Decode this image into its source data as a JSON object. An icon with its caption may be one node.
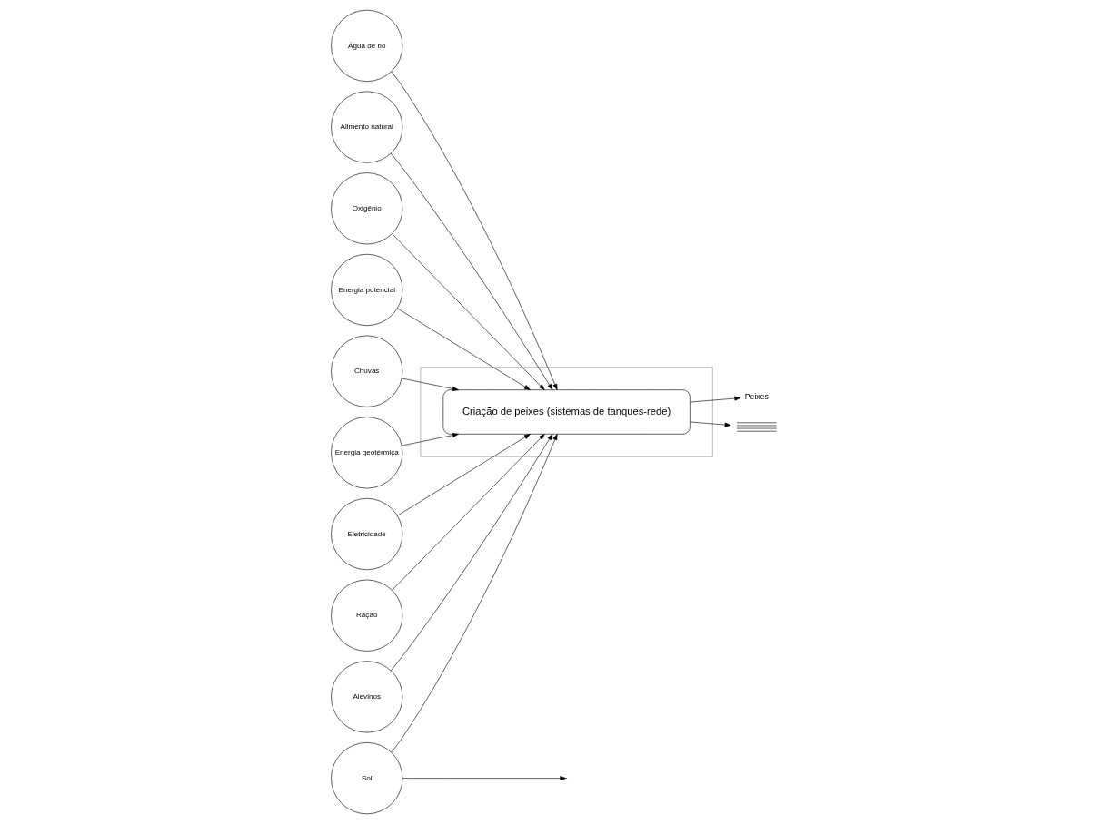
{
  "diagram": {
    "nodes": [
      {
        "text": [
          "Água de rio"
        ]
      },
      {
        "text": [
          "Alimento natural"
        ]
      },
      {
        "text": [
          "Oxigênio"
        ]
      },
      {
        "text": [
          "Energia potencial"
        ]
      },
      {
        "text": [
          "Chuvas"
        ]
      },
      {
        "text": [
          "Energia geotérmica"
        ]
      },
      {
        "text": [
          "Sol"
        ]
      },
      {
        "text": [
          "Eletricidade"
        ]
      },
      {
        "text": [
          "Ração"
        ]
      },
      {
        "text": [
          "Alevinos"
        ]
      },
      {
        "text": [],
        "shape": "box"
      },
      {
        "text": [
          "Criação de peixes (sistemas de tanques-rede)"
        ],
        "in": 10
      },
      {
        "text": [
          "Peixes"
        ]
      },
      {
        "text": [],
        "shape": "ground"
      }
    ],
    "edges": [
      {
        "from": 0,
        "to": 11,
        "arrow": "to"
      },
      {
        "from": 1,
        "to": 11,
        "arrow": "to"
      },
      {
        "from": 2,
        "to": 11,
        "arrow": "to"
      },
      {
        "from": 3,
        "to": 11,
        "arrow": "to"
      },
      {
        "from": 4,
        "to": 11,
        "arrow": "to"
      },
      {
        "from": 5,
        "to": 11,
        "arrow": "to"
      },
      {
        "from": 6,
        "to": 11,
        "arrow": "to"
      },
      {
        "from": 6,
        "to": null,
        "arrow": "to"
      },
      {
        "from": 7,
        "to": 11,
        "arrow": "to"
      },
      {
        "from": 8,
        "to": 11,
        "arrow": "to"
      },
      {
        "from": 9,
        "to": 11,
        "arrow": "to"
      },
      {
        "from": 11,
        "to": 12,
        "arrow": "to"
      },
      {
        "from": 11,
        "to": 13,
        "arrow": "to"
      }
    ]
  }
}
